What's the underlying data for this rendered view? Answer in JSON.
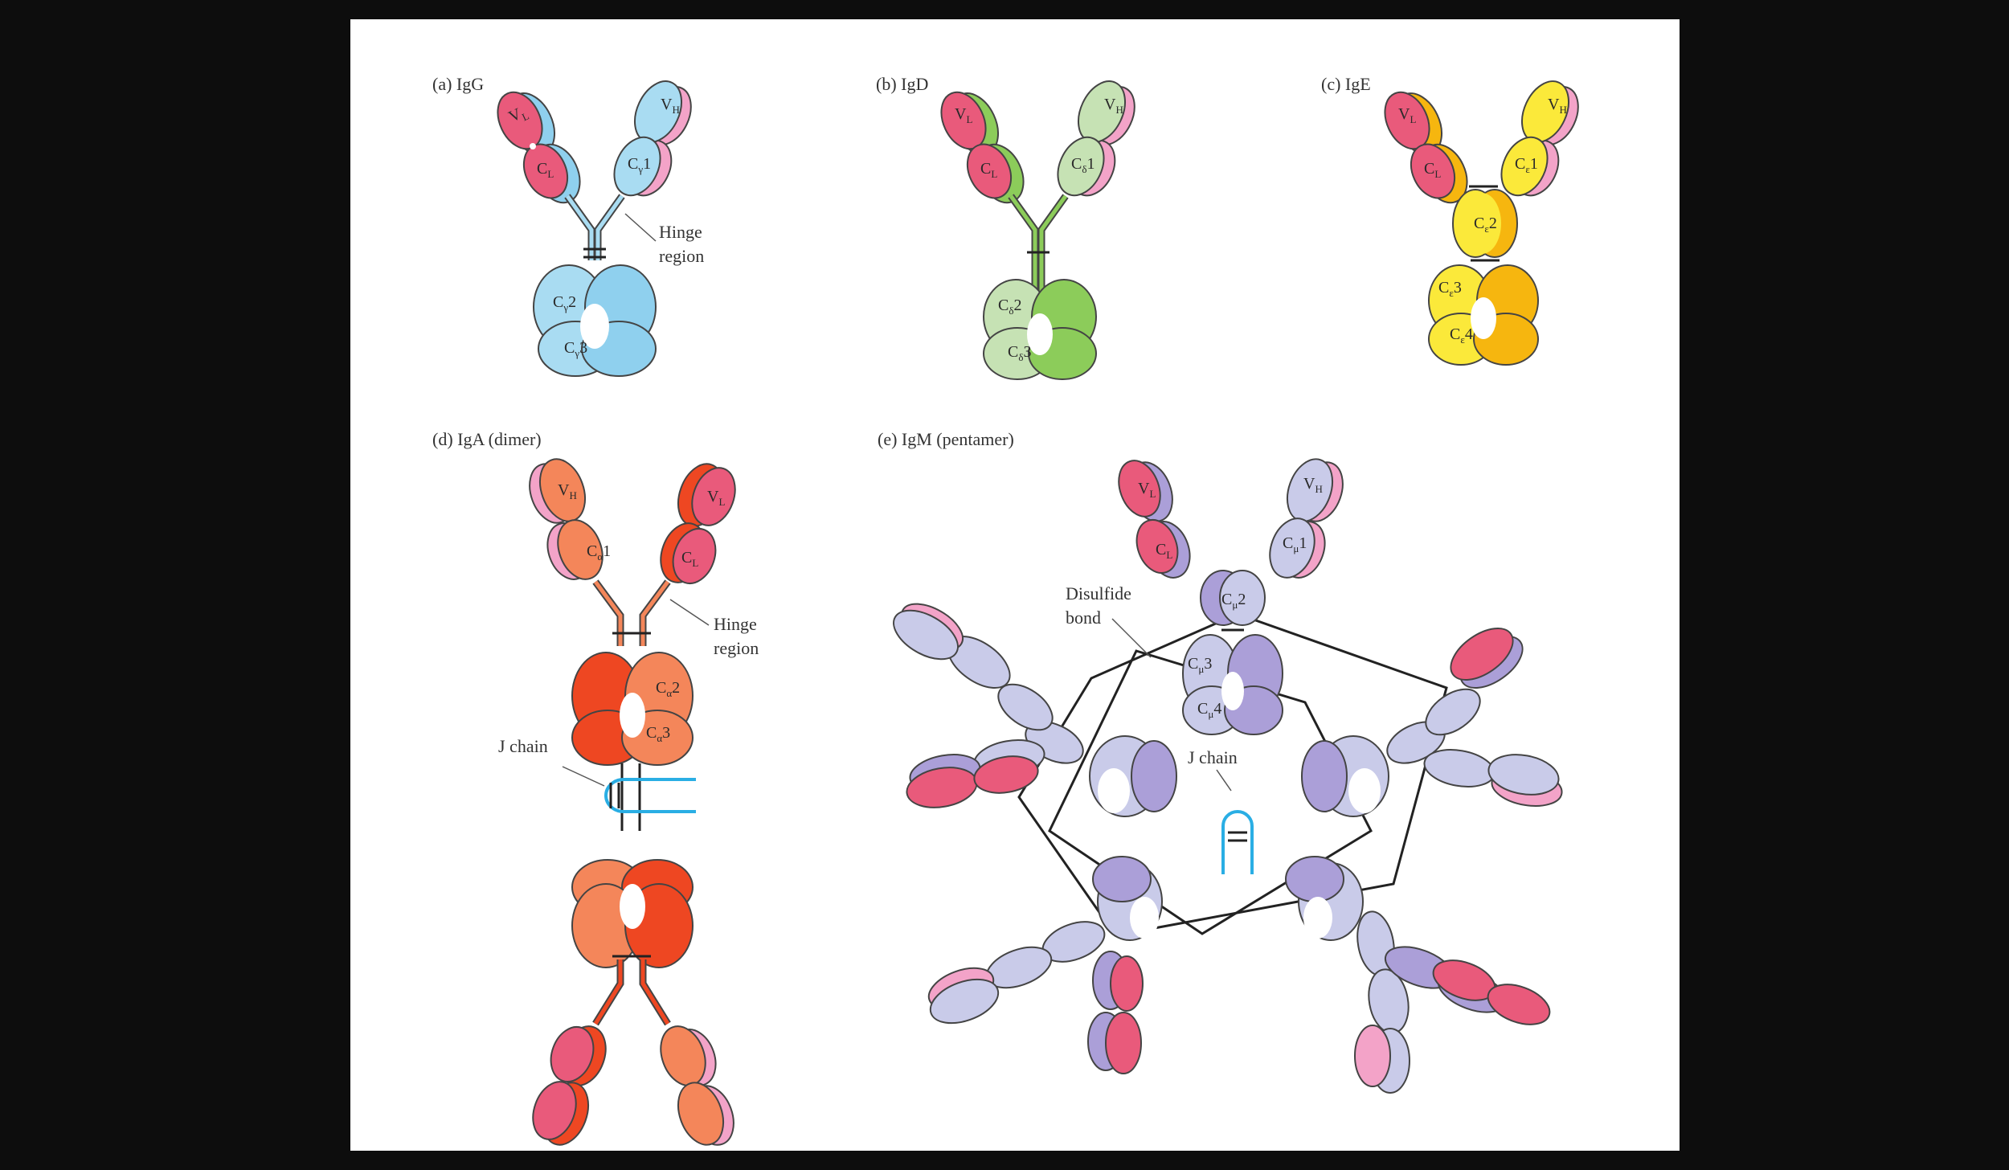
{
  "colors": {
    "background": "#0d0d0d",
    "panel": "#ffffff",
    "light_chain": "#e95a7b",
    "light_chain_back": "#f3a3c8",
    "igg": "#a9dcf2",
    "igg_dark": "#8fd0ee",
    "igd_light": "#c6e2b4",
    "igd_dark": "#8ccc5a",
    "ige": "#fbe93a",
    "ige_dark": "#f6b60f",
    "iga_dark": "#ee4722",
    "iga_light": "#f4865a",
    "igm_light": "#c9cbe9",
    "igm_dark": "#ab9fd8",
    "j_chain": "#2aaee4",
    "outline": "#3a3a3a"
  },
  "panels": {
    "igg": {
      "title": "(a) IgG",
      "vl": "V",
      "vl_sub": "L",
      "vh": "V",
      "vh_sub": "H",
      "cl": "C",
      "cl_sub": "L",
      "c1": "C",
      "c1_sub": "γ",
      "c1_num": "1",
      "c2": "C",
      "c2_sub": "γ",
      "c2_num": "2",
      "c3": "C",
      "c3_sub": "γ",
      "c3_num": "3",
      "hinge_line1": "Hinge",
      "hinge_line2": "region"
    },
    "igd": {
      "title": "(b) IgD",
      "vl": "V",
      "vl_sub": "L",
      "vh": "V",
      "vh_sub": "H",
      "cl": "C",
      "cl_sub": "L",
      "c1": "C",
      "c1_sub": "δ",
      "c1_num": "1",
      "c2": "C",
      "c2_sub": "δ",
      "c2_num": "2",
      "c3": "C",
      "c3_sub": "δ",
      "c3_num": "3"
    },
    "ige": {
      "title": "(c) IgE",
      "vl": "V",
      "vl_sub": "L",
      "vh": "V",
      "vh_sub": "H",
      "cl": "C",
      "cl_sub": "L",
      "c1": "C",
      "c1_sub": "ε",
      "c1_num": "1",
      "c2": "C",
      "c2_sub": "ε",
      "c2_num": "2",
      "c3": "C",
      "c3_sub": "ε",
      "c3_num": "3",
      "c4": "C",
      "c4_sub": "ε",
      "c4_num": "4"
    },
    "iga": {
      "title": "(d) IgA (dimer)",
      "vh": "V",
      "vh_sub": "H",
      "vl": "V",
      "vl_sub": "L",
      "c1": "C",
      "c1_sub": "α",
      "c1_num": "1",
      "cl": "C",
      "cl_sub": "L",
      "c2": "C",
      "c2_sub": "α",
      "c2_num": "2",
      "c3": "C",
      "c3_sub": "α",
      "c3_num": "3",
      "hinge_line1": "Hinge",
      "hinge_line2": "region",
      "jchain": "J chain"
    },
    "igm": {
      "title": "(e) IgM (pentamer)",
      "vl": "V",
      "vl_sub": "L",
      "vh": "V",
      "vh_sub": "H",
      "cl": "C",
      "cl_sub": "L",
      "c1": "C",
      "c1_sub": "μ",
      "c1_num": "1",
      "c2": "C",
      "c2_sub": "μ",
      "c2_num": "2",
      "c3": "C",
      "c3_sub": "μ",
      "c3_num": "3",
      "c4": "C",
      "c4_sub": "μ",
      "c4_num": "4",
      "disulfide_line1": "Disulfide",
      "disulfide_line2": "bond",
      "jchain": "J chain"
    }
  }
}
